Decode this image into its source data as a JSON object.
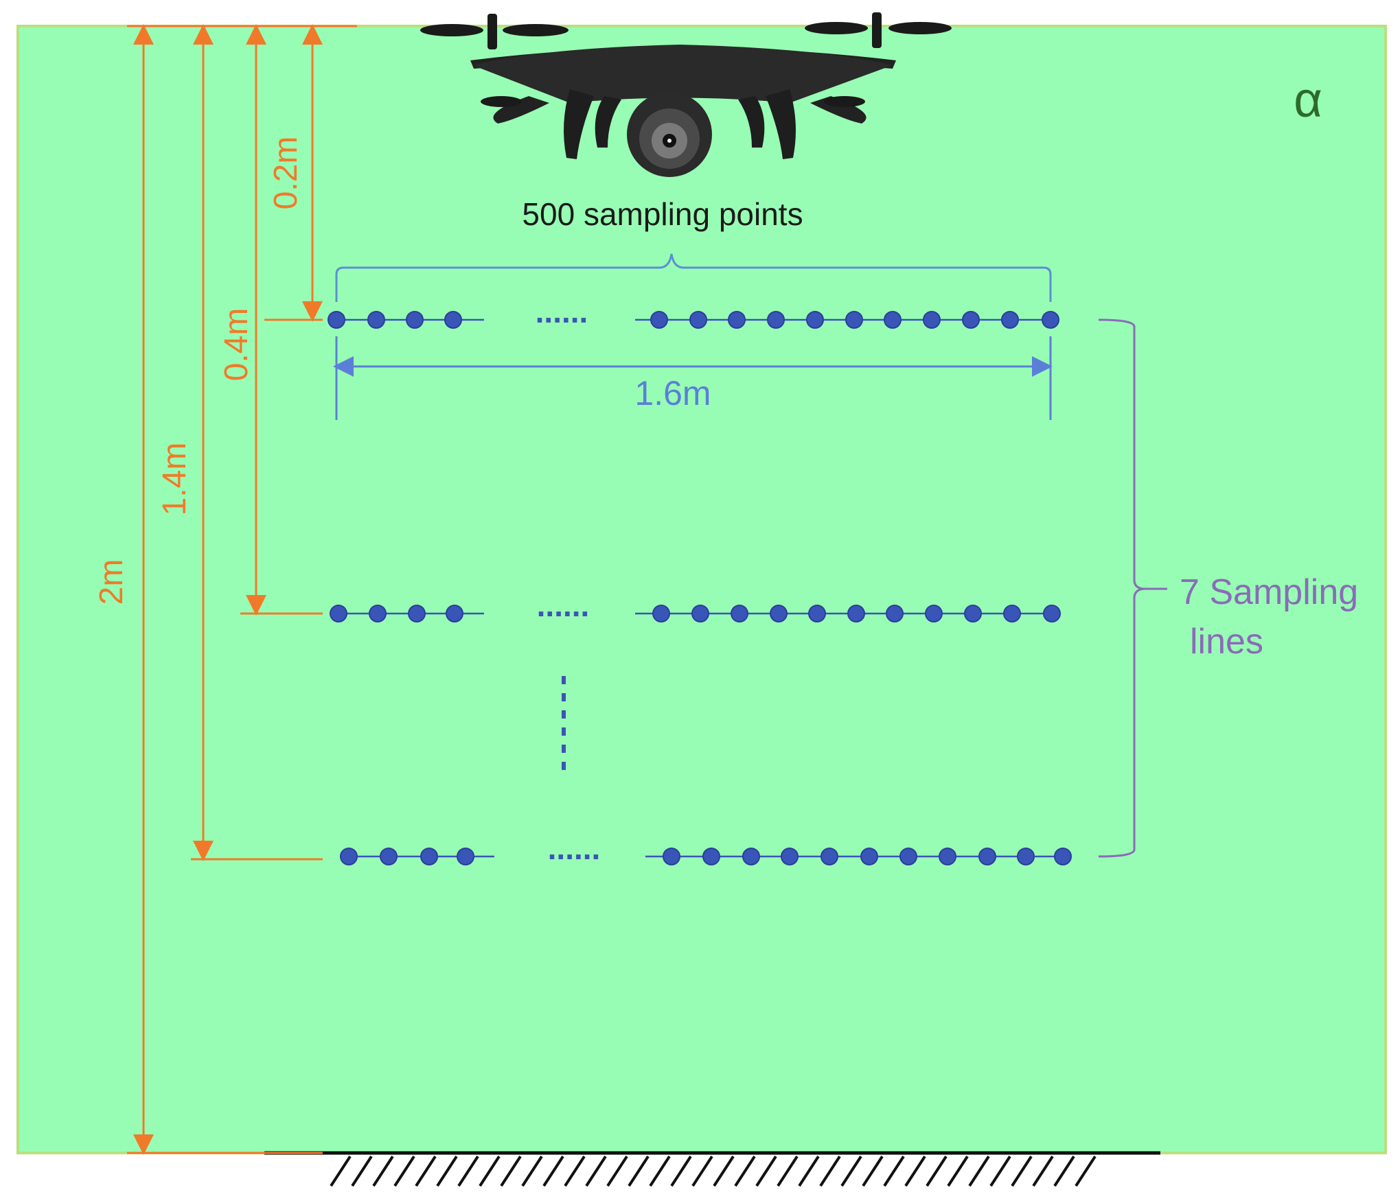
{
  "labels": {
    "alpha": "α",
    "sampling_points": "500 sampling points",
    "width": "1.6m",
    "sampling_lines_1": "7 Sampling",
    "sampling_lines_2": "lines",
    "dim_0_2": "0.2m",
    "dim_0_4": "0.4m",
    "dim_1_4": "1.4m",
    "dim_2": "2m",
    "ellipsis_h": "......"
  },
  "colors": {
    "field": "#98fdb4",
    "field_border": "#b8e07e",
    "dimension": "#f07a2a",
    "points": "#3a55b8",
    "points_stroke": "#2a3f9a",
    "bracket_blue": "#5b8fd6",
    "bracket_purple": "#8a6bb8",
    "alpha": "#2d6b2a",
    "drone": "#222222"
  },
  "icons": {
    "drone": "drone-icon",
    "ground": "ground-hatch-icon"
  }
}
